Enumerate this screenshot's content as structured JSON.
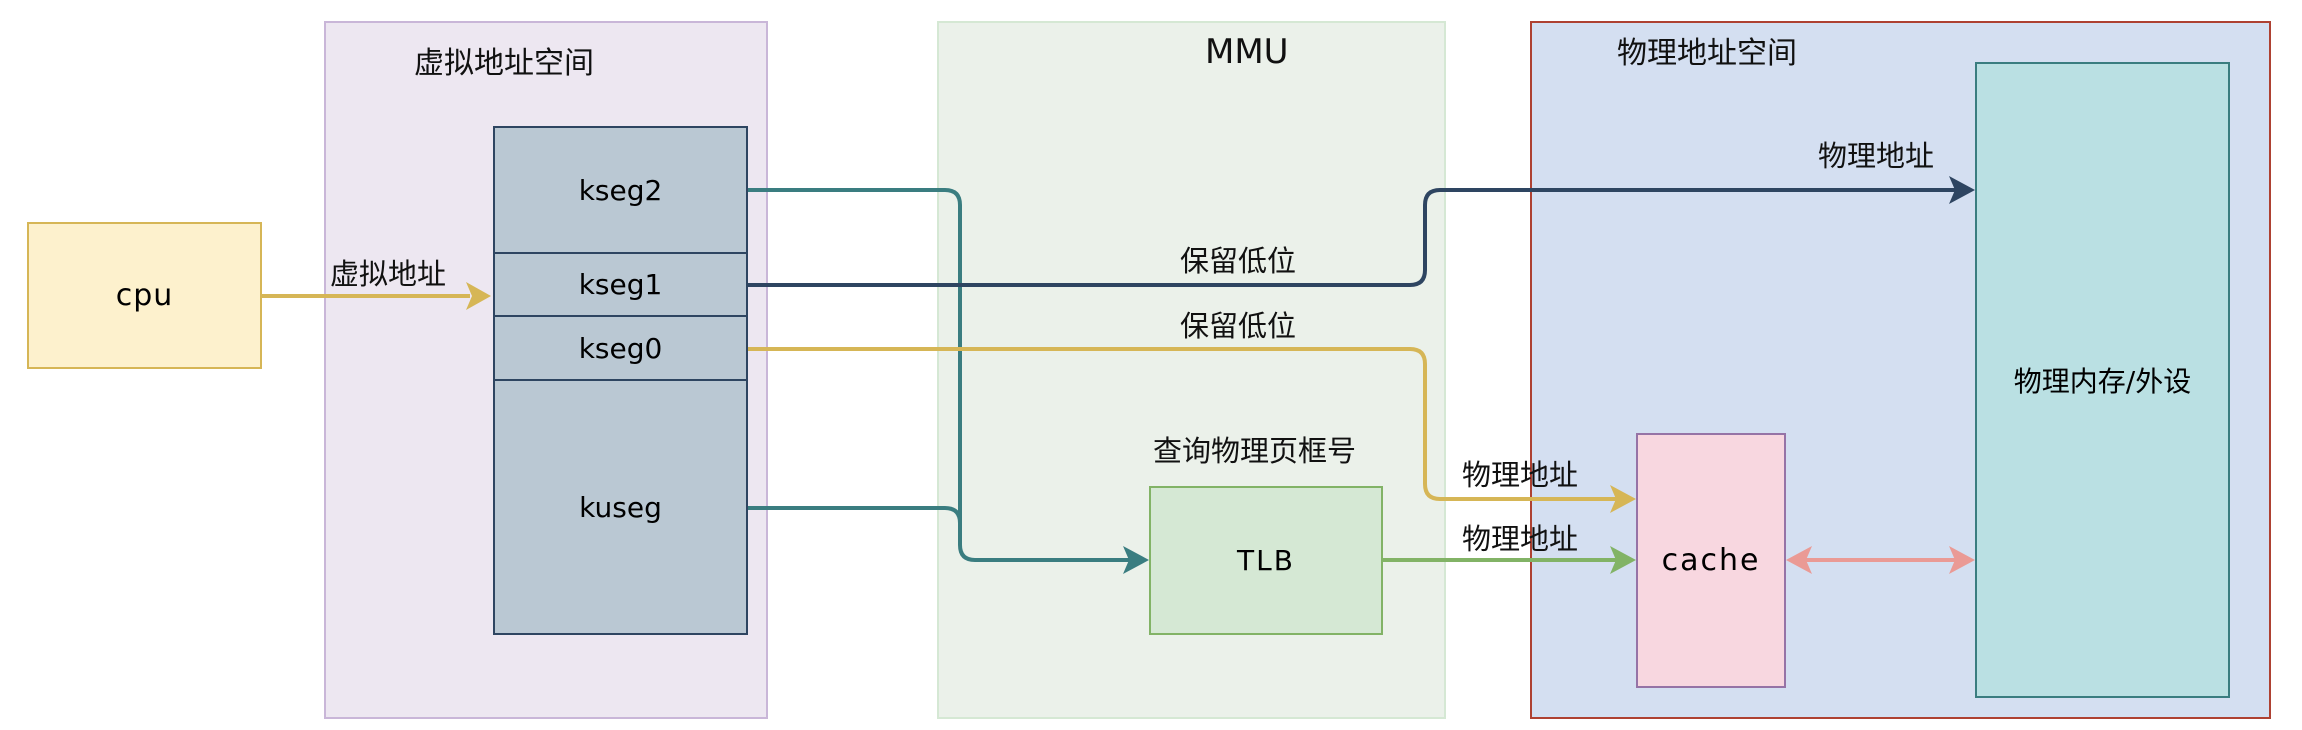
{
  "groups": {
    "virtual": {
      "title": "虚拟地址空间"
    },
    "mmu": {
      "title": "MMU"
    },
    "physical": {
      "title": "物理地址空间"
    }
  },
  "nodes": {
    "cpu": "cpu",
    "segments": [
      {
        "id": "kseg2",
        "label": "kseg2"
      },
      {
        "id": "kseg1",
        "label": "kseg1"
      },
      {
        "id": "kseg0",
        "label": "kseg0"
      },
      {
        "id": "kuseg",
        "label": "kuseg"
      }
    ],
    "tlb": "TLB",
    "cache": "cache",
    "memory": "物理内存/外设"
  },
  "edge_labels": {
    "cpu_to_segments": "虚拟地址",
    "kseg1_keep_low": "保留低位",
    "kseg0_keep_low": "保留低位",
    "tlb_lookup": "查询物理页框号",
    "kseg0_phys": "物理地址",
    "tlb_phys": "物理地址",
    "kseg1_phys": "物理地址"
  },
  "colors": {
    "teal": "#3a7d80",
    "navy": "#2e4561",
    "gold": "#d6b656",
    "green": "#82b366",
    "salmon": "#ea9a95"
  }
}
